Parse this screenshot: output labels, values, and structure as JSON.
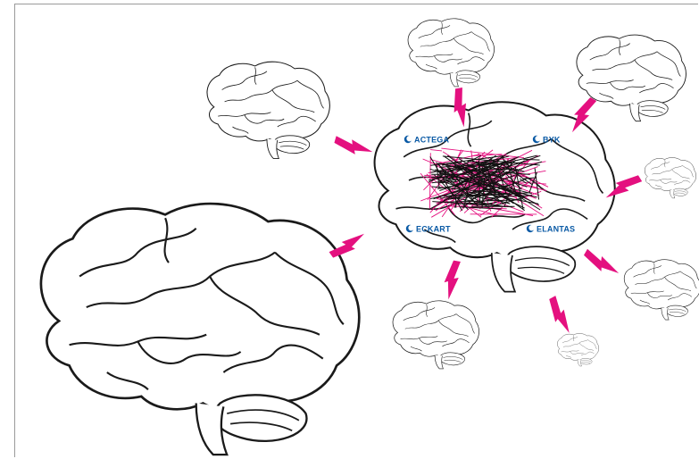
{
  "brand_color": "#0a5aa5",
  "accent_color": "#e4107f",
  "logos": [
    {
      "id": "actega",
      "label": "ACTEGA"
    },
    {
      "id": "byk",
      "label": "BYK"
    },
    {
      "id": "eckart",
      "label": "ECKART"
    },
    {
      "id": "elantas",
      "label": "ELANTAS"
    }
  ],
  "icons": {
    "brain": "brain-icon",
    "bolt": "lightning-bolt-icon",
    "logo_mark": "crescent-logo-icon"
  }
}
